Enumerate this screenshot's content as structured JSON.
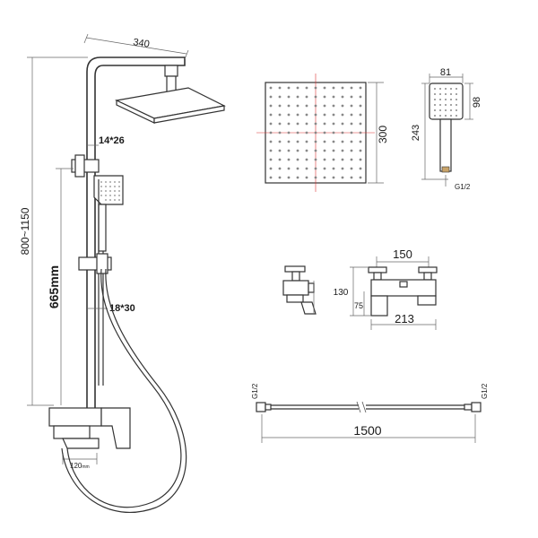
{
  "shower_column": {
    "arm_width": "340",
    "pipe_upper": "14*26",
    "pipe_lower": "18*30",
    "height_range": "800~1150",
    "rail_length": "665mm",
    "spout_depth": "120",
    "spout_unit": "mm"
  },
  "overhead_shower": {
    "size": "300"
  },
  "hand_shower": {
    "width": "81",
    "head_height": "98",
    "total_length": "243",
    "thread": "G1/2"
  },
  "mixer": {
    "center_distance": "150",
    "total_width": "213",
    "height": "130",
    "spout_height": "75"
  },
  "hose": {
    "length": "1500",
    "thread_left": "G1/2",
    "thread_right": "G1/2"
  }
}
